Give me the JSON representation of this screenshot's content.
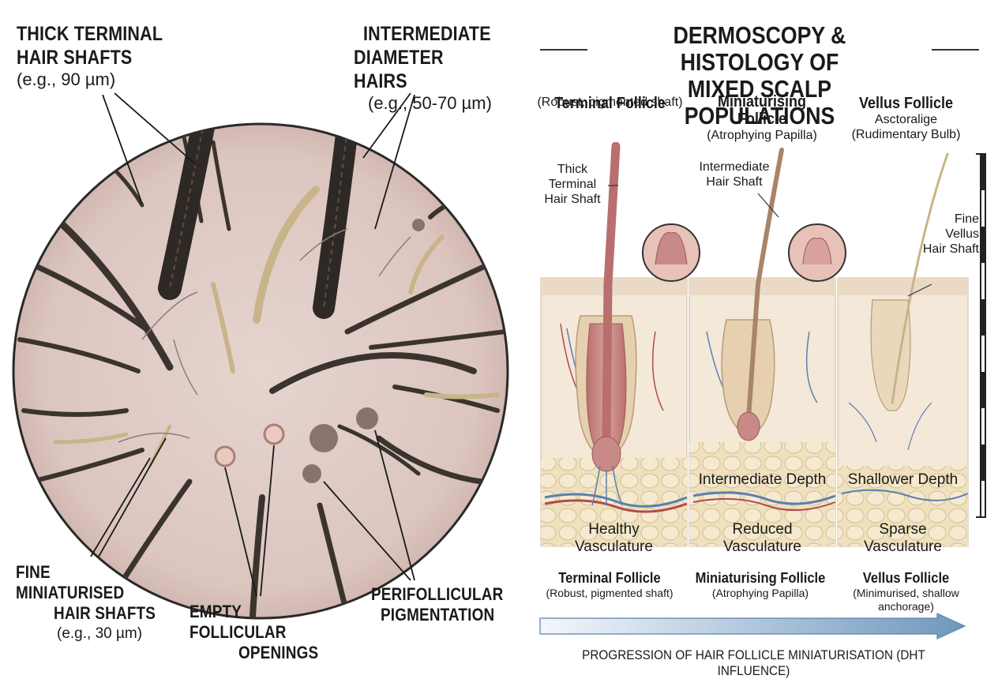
{
  "left": {
    "callouts": {
      "terminal": {
        "title_1": "THICK TERMINAL",
        "title_2": "HAIR SHAFTS",
        "sub": "(e.g., 90 µm)"
      },
      "intermediate": {
        "title_1": "INTERMEDIATE",
        "title_2": "DIAMETER HAIRS",
        "sub": "(e.g., 50-70 µm)"
      },
      "fine": {
        "title_1": "FINE MINIATURISED",
        "title_2": "HAIR SHAFTS",
        "sub": "(e.g., 30 µm)"
      },
      "empty": {
        "title_1": "EMPTY FOLLICULAR",
        "title_2": "OPENINGS"
      },
      "pigment": {
        "title_1": "PERIFOLLICULAR",
        "title_2": "PIGMENTATION"
      }
    }
  },
  "right": {
    "title_1": "DERMOSCOPY & HISTOLOGY OF",
    "title_2": "MIXED SCALP POPULATIONS",
    "columns": [
      {
        "head_1": "Terminal Follicle",
        "head_2": "",
        "sub_1": "(Robust, pigmented shaft)",
        "sub_2": ""
      },
      {
        "head_1": "Miniaturising",
        "head_2": "Follicle",
        "sub_1": "(Atrophying Papilla)",
        "sub_2": ""
      },
      {
        "head_1": "Vellus Follicle",
        "head_2": "",
        "sub_1": "Asctoralige",
        "sub_2": "(Rudimentary Bulb)"
      }
    ],
    "shaft_labels": {
      "thick": [
        "Thick",
        "Terminal",
        "Hair Shaft"
      ],
      "intermediate": [
        "Intermediate",
        "Hair Shaft"
      ],
      "fine": [
        "Fine",
        "Vellus",
        "Hair Shaft"
      ]
    },
    "depth_labels": {
      "middle": "Intermediate Depth",
      "right": "Shallower Depth"
    },
    "vasculature": [
      {
        "l1": "Healthy",
        "l2": "Vasculature"
      },
      {
        "l1": "Reduced",
        "l2": "Vasculature"
      },
      {
        "l1": "Sparse",
        "l2": "Vasculature"
      }
    ],
    "bottom": [
      {
        "head": "Terminal Follicle",
        "sub_1": "(Robust, pigmented shaft)",
        "sub_2": ""
      },
      {
        "head": "Miniaturising Follicle",
        "sub_1": "(Atrophying Papilla)",
        "sub_2": ""
      },
      {
        "head": "Vellus Follicle",
        "sub_1": "(Minimurised, shallow",
        "sub_2": "anchorage)"
      }
    ],
    "footer": "PROGRESSION OF HAIR FOLLICLE MINIATURISATION (DHT INFLUENCE)"
  },
  "colors": {
    "skin": "#e3cfc9",
    "terminal_hair": "#3b342e",
    "blonde_hair": "#c9b48a",
    "follicle": "#c98a87",
    "fat": "#efe1bd",
    "dermis": "#f4e8d9",
    "arrow": "#8fb0cc"
  }
}
